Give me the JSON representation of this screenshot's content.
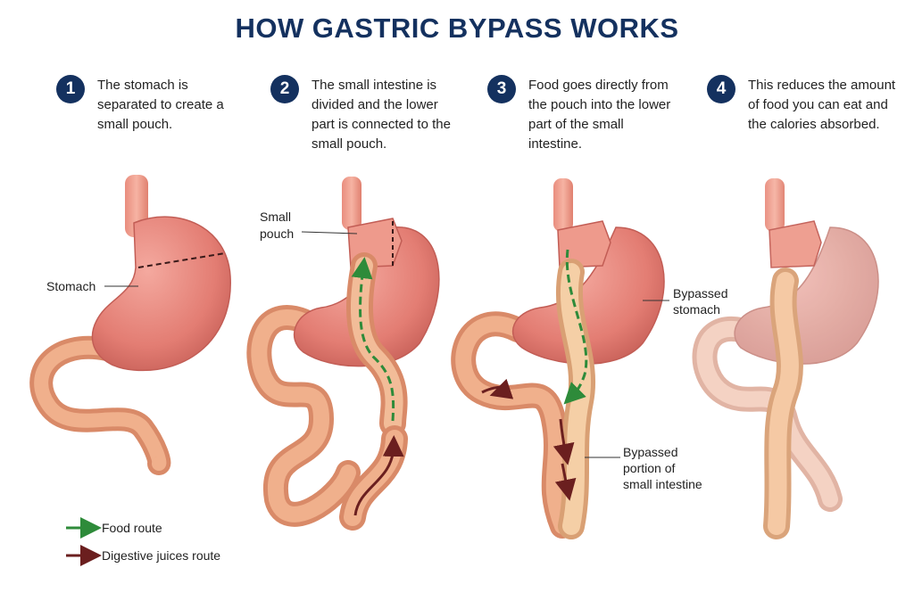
{
  "title": "HOW GASTRIC BYPASS WORKS",
  "steps": [
    {
      "number": "1",
      "text": "The stomach is separated to create a small pouch."
    },
    {
      "number": "2",
      "text": "The small intestine is divided and the lower part is connected to the small pouch."
    },
    {
      "number": "3",
      "text": "Food goes directly from the pouch into the lower part of the small intestine."
    },
    {
      "number": "4",
      "text": "This reduces the amount of food you can eat and the calories absorbed."
    }
  ],
  "labels": {
    "stomach": "Stomach",
    "small_pouch_1": "Small",
    "small_pouch_2": "pouch",
    "bypassed_stomach_1": "Bypassed",
    "bypassed_stomach_2": "stomach",
    "bypassed_intestine_1": "Bypassed",
    "bypassed_intestine_2": "portion of",
    "bypassed_intestine_3": "small intestine"
  },
  "legend": [
    {
      "label": "Food route",
      "color": "#2e8b3a"
    },
    {
      "label": "Digestive juices route",
      "color": "#6b1f1f"
    }
  ],
  "colors": {
    "title": "#14315f",
    "stomach": "#e58078",
    "intestine": "#e8a17c",
    "esophagus": "#f0a08a",
    "food_arrow": "#2e8b3a",
    "juice_arrow": "#6b1f1f"
  }
}
